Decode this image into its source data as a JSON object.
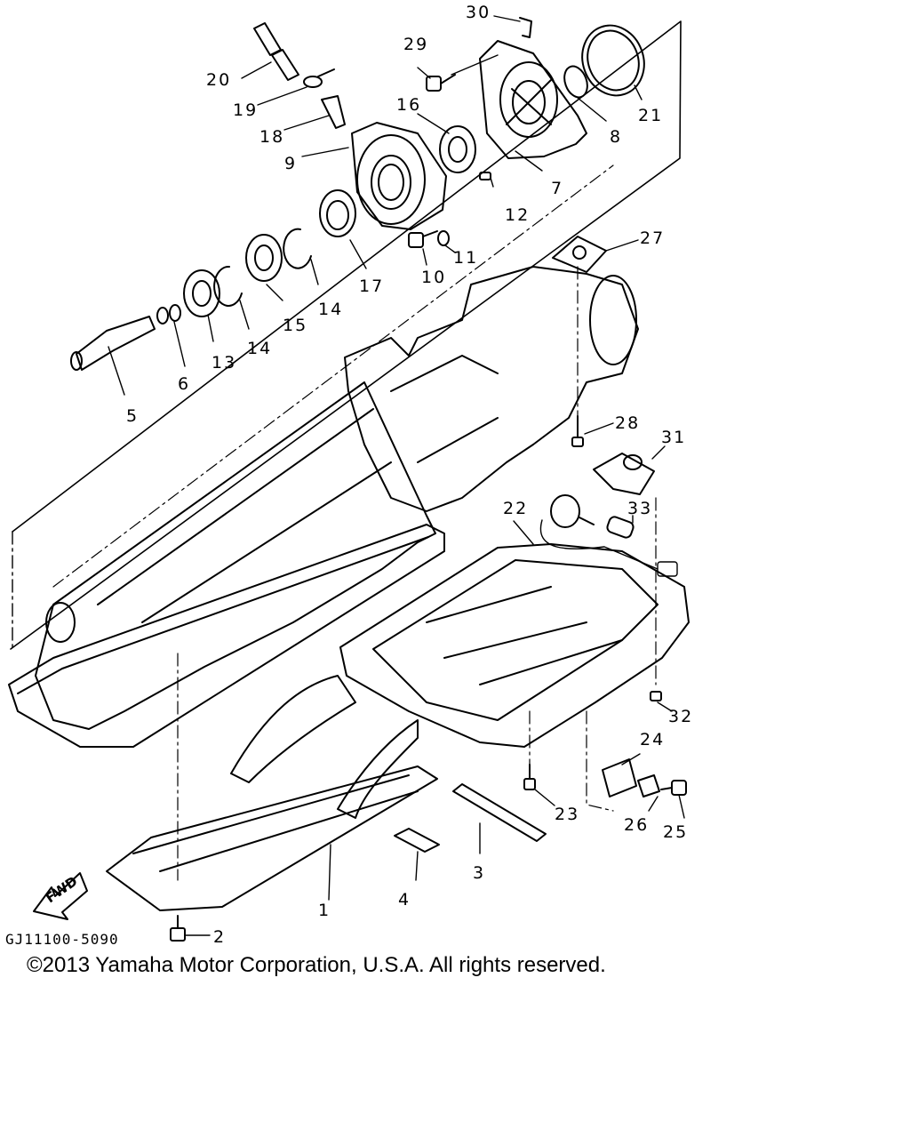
{
  "callouts": [
    "1",
    "2",
    "3",
    "4",
    "5",
    "6",
    "7",
    "8",
    "9",
    "10",
    "11",
    "12",
    "13",
    "14",
    "14",
    "15",
    "16",
    "17",
    "18",
    "19",
    "20",
    "21",
    "22",
    "23",
    "24",
    "25",
    "26",
    "27",
    "28",
    "29",
    "30",
    "31",
    "32",
    "33"
  ],
  "fwd_label": "FWD",
  "drawing_code": "GJ11100-5090",
  "copyright": "©2013 Yamaha Motor Corporation, U.S.A. All rights reserved."
}
